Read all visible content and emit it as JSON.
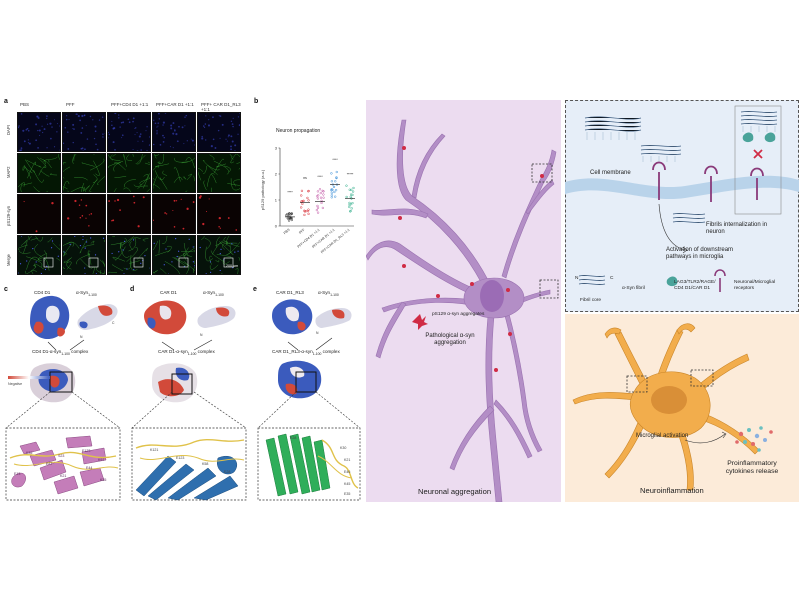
{
  "panels": {
    "a": "a",
    "b": "b",
    "c": "c",
    "d": "d",
    "e": "e"
  },
  "microscopy": {
    "columns": [
      "PBS",
      "PFF",
      "PFF+CD4 D1 +1:1",
      "PFF+CAR D1 +1:1",
      "PFF+ CAR D1_RL3 +1:1"
    ],
    "rows": [
      "DAPI",
      "MAP2",
      "pS129-syn",
      "Merge"
    ],
    "scale_bar": "200 μm"
  },
  "chart_b": {
    "title": "Neuron propagation",
    "ylabel": "pS129 pathology (a.u.)",
    "yticks": [
      "3",
      "2",
      "1",
      "0"
    ],
    "categories": [
      "PBS",
      "PFF",
      "PFF+CD4 D1 +1:1",
      "PFF+CAR D1 +1:1",
      "PFF+CAR D1_RL3 +1:1"
    ],
    "sig": [
      "****",
      "ns",
      "****",
      "****",
      "*****"
    ]
  },
  "panel_c": {
    "protein": "CD4 D1",
    "ligand": "α-Syn",
    "ligand_sub": "1-100",
    "complex": "CD4 D1-α-syn",
    "complex_sub": "1-100",
    "complex_suffix": " complex",
    "legend_neg": "Negative",
    "legend_pos": "Positive",
    "residues": [
      "K35",
      "E87",
      "S23",
      "K21",
      "E123",
      "E44",
      "K97",
      "E13",
      "K35"
    ]
  },
  "panel_d": {
    "protein": "CAR D1",
    "ligand": "α-Syn",
    "ligand_sub": "1-100",
    "complex": "CAR D1-α-syn",
    "complex_sub": "1-100",
    "complex_suffix": " complex",
    "residues": [
      "K121",
      "E123",
      "K58",
      "E28"
    ]
  },
  "panel_e": {
    "protein": "CAR D1_RL3",
    "ligand": "α-Syn",
    "ligand_sub": "1-100",
    "complex": "CAR D1_RL3-α-syn",
    "complex_sub": "1-100",
    "complex_suffix": " complex",
    "residues": [
      "E28",
      "K30",
      "K21",
      "E46",
      "K45",
      "E35"
    ]
  },
  "schematic": {
    "aggregates_label": "pS129 α-syn aggregates",
    "pathological_label": "Pathological α-syn aggregation",
    "neuronal_caption": "Neuronal aggregation",
    "cell_membrane": "Cell membrane",
    "fibrils_internal": "Fibrils internalization in neuron",
    "activation_downstream": "Activation of downstream pathways in microglia",
    "n_label": "N",
    "c_label": "C",
    "fibril_core": "Fibril core",
    "asyn_fibril": "α-Syn fibril",
    "receptors_list": "LAG3/TLR2/RAGE/ CD4 D1/CAR D1",
    "receptors_label": "Neuronal/Microglial receptors",
    "microglial_activation": "Microglial activation",
    "cytokines": "Proinflammatory cytokines release",
    "neuroinflammation": "Neuroinflammation"
  }
}
